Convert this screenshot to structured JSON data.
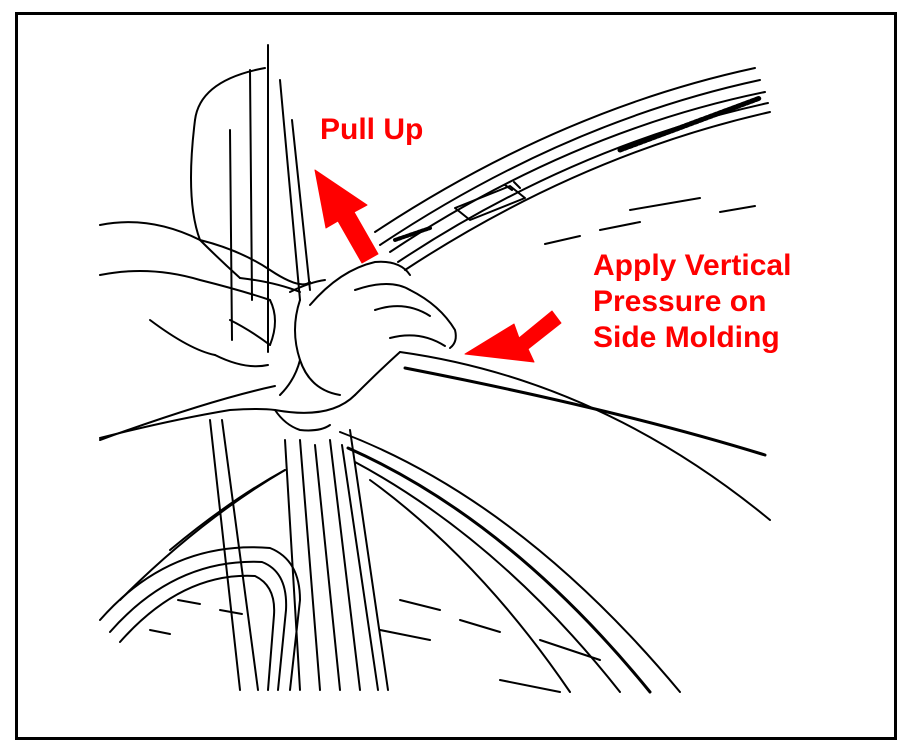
{
  "figure": {
    "callouts": {
      "pull_up": "Pull Up",
      "pressure_line1": "Apply Vertical",
      "pressure_line2": "Pressure on",
      "pressure_line3": "Side Molding"
    },
    "colors": {
      "callout": "#ff0000",
      "linework": "#000000",
      "background": "#ffffff"
    }
  }
}
